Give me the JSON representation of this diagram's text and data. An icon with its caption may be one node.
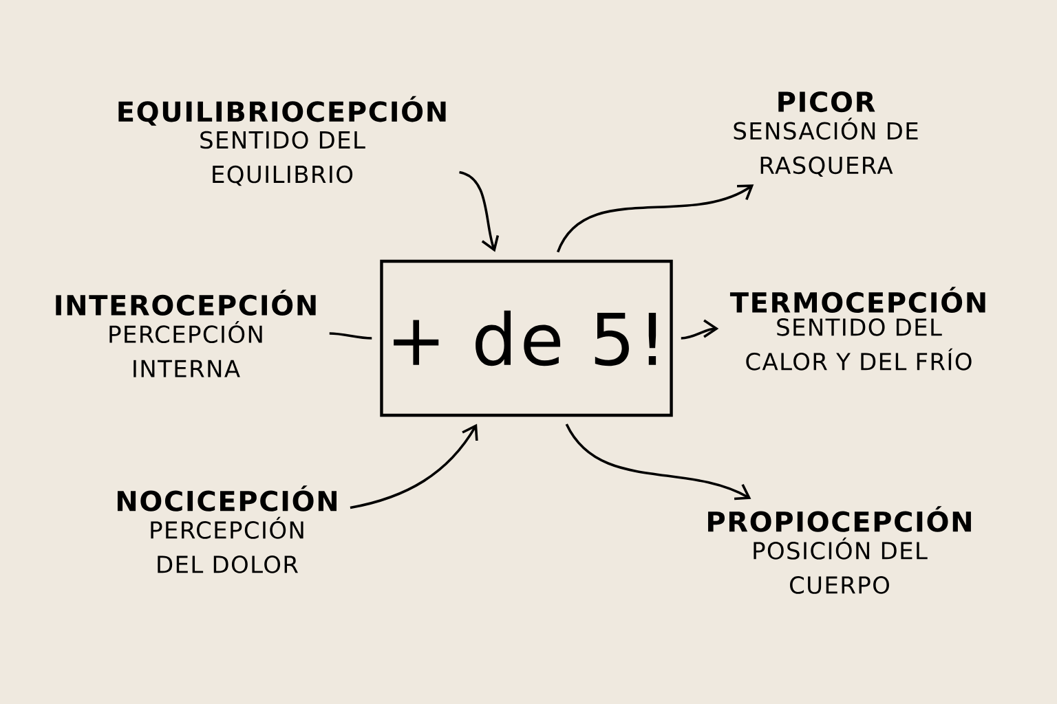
{
  "diagram": {
    "nodes": [
      {
        "text": [
          "+ de 5!"
        ]
      },
      {
        "text": [
          "EQUILIBRIOCEPCIÓN",
          "SENTIDO DEL EQUILIBRIO"
        ]
      },
      {
        "text": [
          "INTEROCEPCIÓN",
          "PERCEPCIÓN INTERNA"
        ]
      },
      {
        "text": [
          "NOCICEPCIÓN",
          "PERCEPCIÓN DEL DOLOR"
        ]
      },
      {
        "text": [
          "PICOR",
          "SENSACIÓN DE RASQUERA"
        ]
      },
      {
        "text": [
          "TERMOCEPCIÓN",
          "SENTIDO DEL CALOR Y DEL FRÍO"
        ]
      },
      {
        "text": [
          "PROPIOCEPCIÓN",
          "POSICIÓN DEL CUERPO"
        ]
      }
    ],
    "edges": [
      {
        "from": 1,
        "to": 0,
        "arrow": "to"
      },
      {
        "from": 2,
        "to": 0,
        "arrow": "none"
      },
      {
        "from": 3,
        "to": 0,
        "arrow": "to"
      },
      {
        "from": 0,
        "to": 4,
        "arrow": "to"
      },
      {
        "from": 0,
        "to": 5,
        "arrow": "to"
      },
      {
        "from": 0,
        "to": 6,
        "arrow": "to"
      }
    ]
  }
}
